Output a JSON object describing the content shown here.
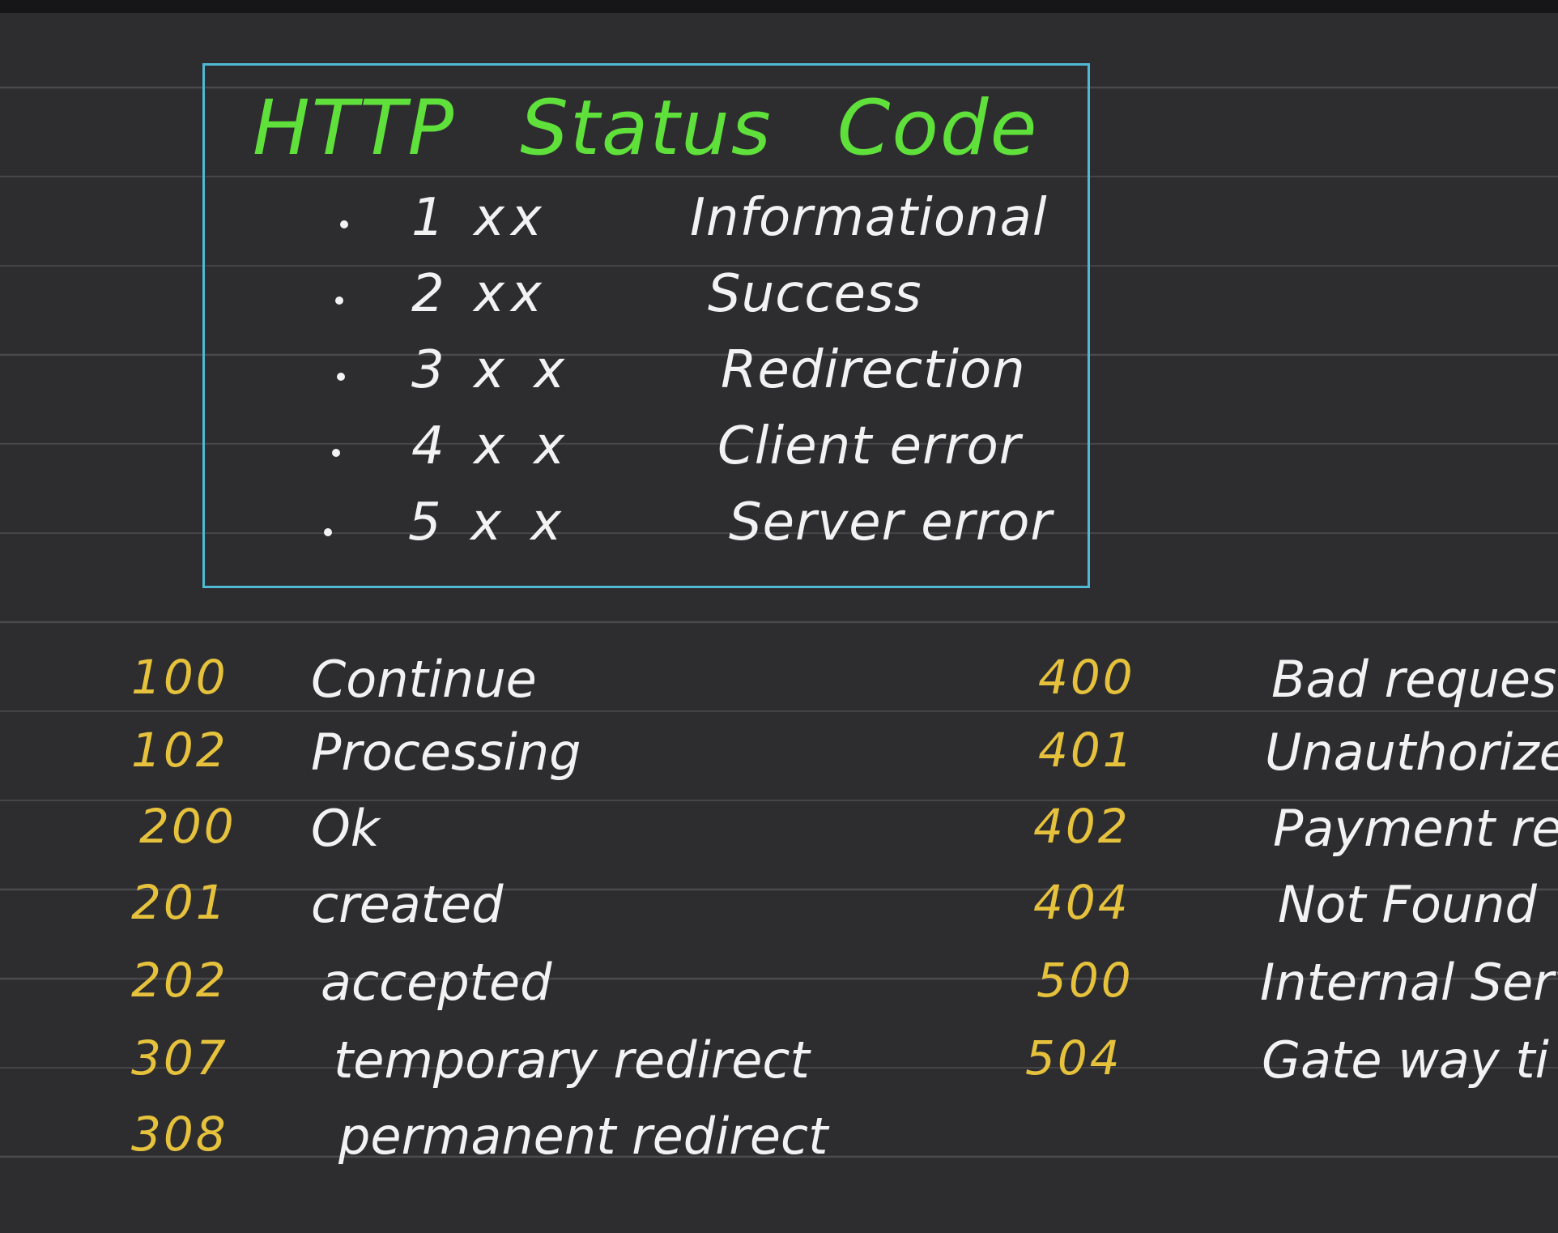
{
  "board": {
    "title_words": [
      "HTTP",
      "Status",
      "Code"
    ],
    "status_classes": [
      {
        "code": "1 xx",
        "meaning": "Informational"
      },
      {
        "code": "2 xx",
        "meaning": "Success"
      },
      {
        "code": "3 x x",
        "meaning": "Redirection"
      },
      {
        "code": "4 x x",
        "meaning": "Client error"
      },
      {
        "code": "5 x x",
        "meaning": "Server error"
      }
    ],
    "left_codes": [
      {
        "code": "100",
        "label": "Continue"
      },
      {
        "code": "102",
        "label": "Processing"
      },
      {
        "code": "200",
        "label": "Ok"
      },
      {
        "code": "201",
        "label": "created"
      },
      {
        "code": "202",
        "label": "accepted"
      },
      {
        "code": "307",
        "label": "temporary redirect"
      },
      {
        "code": "308",
        "label": "permanent redirect"
      }
    ],
    "right_codes": [
      {
        "code": "400",
        "label": "Bad request"
      },
      {
        "code": "401",
        "label": "Unauthorized"
      },
      {
        "code": "402",
        "label": "Payment req"
      },
      {
        "code": "404",
        "label": "Not Found"
      },
      {
        "code": "500",
        "label": "Internal Serv"
      },
      {
        "code": "504",
        "label": "Gate way ti"
      }
    ]
  },
  "colors": {
    "background": "#2d2d30",
    "box_border": "#4fb9d3",
    "title": "#5fe03a",
    "code_number": "#e6c23c",
    "text": "#f2f2f2"
  }
}
